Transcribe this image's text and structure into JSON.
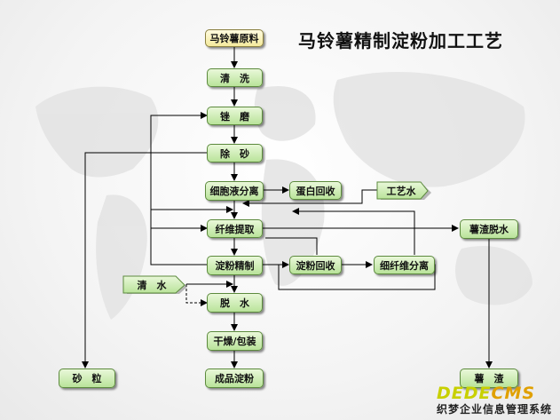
{
  "title": "马铃薯精制淀粉加工工艺",
  "nodes": {
    "raw_potato": "马铃薯原料",
    "wash": "清　洗",
    "grind": "锉　磨",
    "desand": "除　砂",
    "cell_sep": "细胞液分离",
    "protein": "蛋白回收",
    "process_water": "工艺水",
    "fiber": "纤维提取",
    "residue_dewater": "薯渣脱水",
    "refine": "淀粉精制",
    "starch_recover": "淀粉回收",
    "fine_fiber": "细纤维分离",
    "clean_water": "清　水",
    "dewater": "脱　水",
    "dry_pack": "干燥/包装",
    "sand": "砂　粒",
    "product": "成品淀粉",
    "residue": "薯　渣"
  },
  "watermark": {
    "logo_a": "DEDE",
    "logo_b": "CMS",
    "subtitle": "织梦企业信息管理系统"
  },
  "colors": {
    "node_fill": "#c6eaa8",
    "node_border": "#5c8a3d",
    "raw_fill": "#f7efb0",
    "line": "#000000"
  }
}
